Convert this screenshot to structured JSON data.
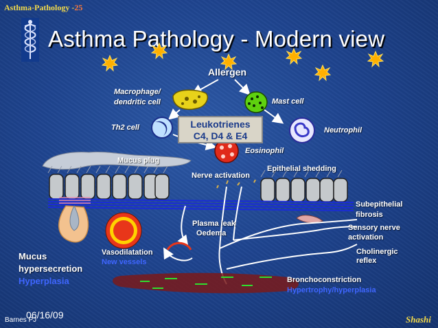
{
  "header": {
    "tag": "Asthma-Pathology -",
    "tag_number": "25"
  },
  "title": "Asthma Pathology - Modern view",
  "labels": {
    "allergen": "Allergen",
    "macrophage_line1": "Macrophage/",
    "macrophage_line2": "dendritic cell",
    "mast_cell": "Mast cell",
    "th2_cell": "Th2 cell",
    "leukotrienes_line1": "Leukotrienes",
    "leukotrienes_line2": "C4, D4 & E4",
    "neutrophil": "Neutrophil",
    "eosinophil": "Eosinophil",
    "mucus_plug": "Mucus plug",
    "epithelial_shedding": "Epithelial shedding",
    "nerve_activation": "Nerve activation",
    "subepithelial_line1": "Subepithelial",
    "subepithelial_line2": "fibrosis",
    "plasma_leak_line1": "Plasma leak",
    "plasma_leak_line2": "Oedema",
    "sensory_line1": "Sensory nerve",
    "sensory_line2": "activation",
    "vasodilatation": "Vasodilatation",
    "new_vessels": "New vessels",
    "cholinergic_line1": "Cholinergic",
    "cholinergic_line2": "reflex",
    "mucus_line1": "Mucus",
    "mucus_line2": "hypersecretion",
    "hyperplasia": "Hyperplasia",
    "bronchoconstriction": "Bronchoconstriction",
    "hypertrophy": "Hypertrophy/hyperplasia"
  },
  "footer": {
    "date": "06/16/09",
    "author": "Barnes PJ",
    "signature": "Shashi"
  },
  "colors": {
    "background": "#1f4590",
    "label_white": "#ffffff",
    "label_blue": "#3f66ff",
    "header_gold": "#f2d94a",
    "header_orange": "#ff7a3a",
    "leukotriene_text": "#1a3a8a",
    "star": "#ffb000",
    "vessel_red": "#e8361a",
    "muscle_red": "#8c1a1a"
  },
  "icons": [
    "caduceus-icon",
    "starburst-icon",
    "macrophage-cell-icon",
    "mast-cell-icon",
    "th2-cell-icon",
    "neutrophil-cell-icon",
    "eosinophil-cell-icon",
    "blood-vessel-icon",
    "mucus-gland-icon"
  ]
}
